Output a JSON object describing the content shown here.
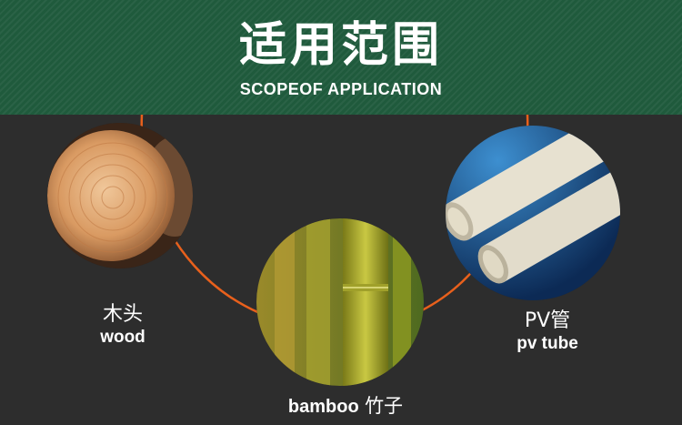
{
  "header": {
    "title_cn": "适用范围",
    "title_en": "SCOPEOF APPLICATION"
  },
  "items": [
    {
      "name_cn": "木头",
      "name_en": "wood",
      "image": "wood-log-cross-section"
    },
    {
      "name_cn": "竹子",
      "name_en": "bamboo",
      "image": "green-bamboo-stalks"
    },
    {
      "name_cn": "PV管",
      "name_en": "pv tube",
      "image": "white-pvc-pipes"
    }
  ],
  "colors": {
    "banner": "#1f5a3c",
    "background": "#2d2d2d",
    "accent_line": "#e8601c"
  }
}
